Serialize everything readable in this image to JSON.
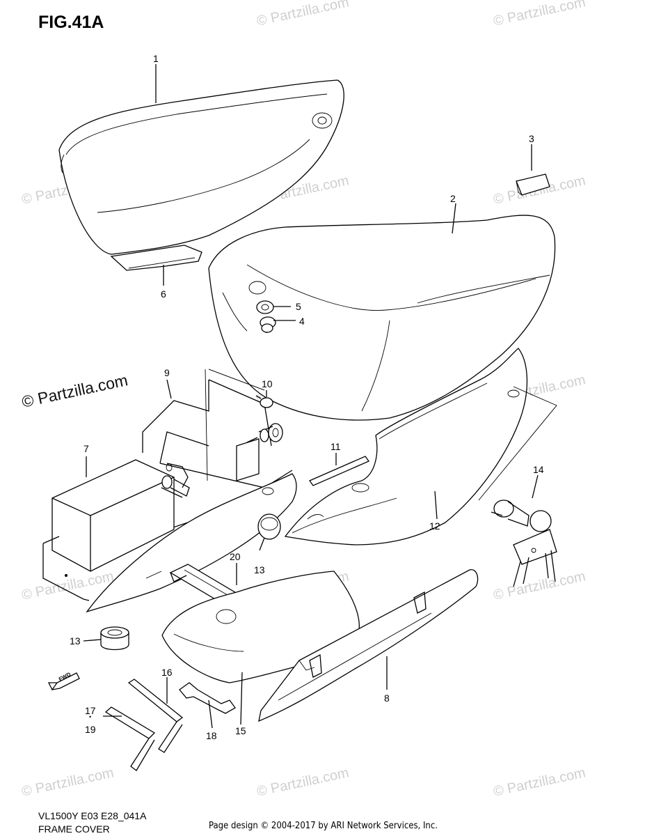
{
  "figure_title": "FIG.41A",
  "watermark": "© Partzilla.com",
  "watermark_main": "© Partzilla.com",
  "callouts": [
    "1",
    "2",
    "3",
    "4",
    "5",
    "6",
    "7",
    "8",
    "9",
    "10",
    "11",
    "12",
    "13",
    "13",
    "14",
    "15",
    "16",
    "17",
    "•",
    "19",
    "18",
    "20"
  ],
  "fwd_label": "FWD",
  "model_code": "VL1500Y E03 E28_041A",
  "section_name": "FRAME COVER",
  "page_credit": "Page design © 2004-2017 by ARI Network Services, Inc."
}
